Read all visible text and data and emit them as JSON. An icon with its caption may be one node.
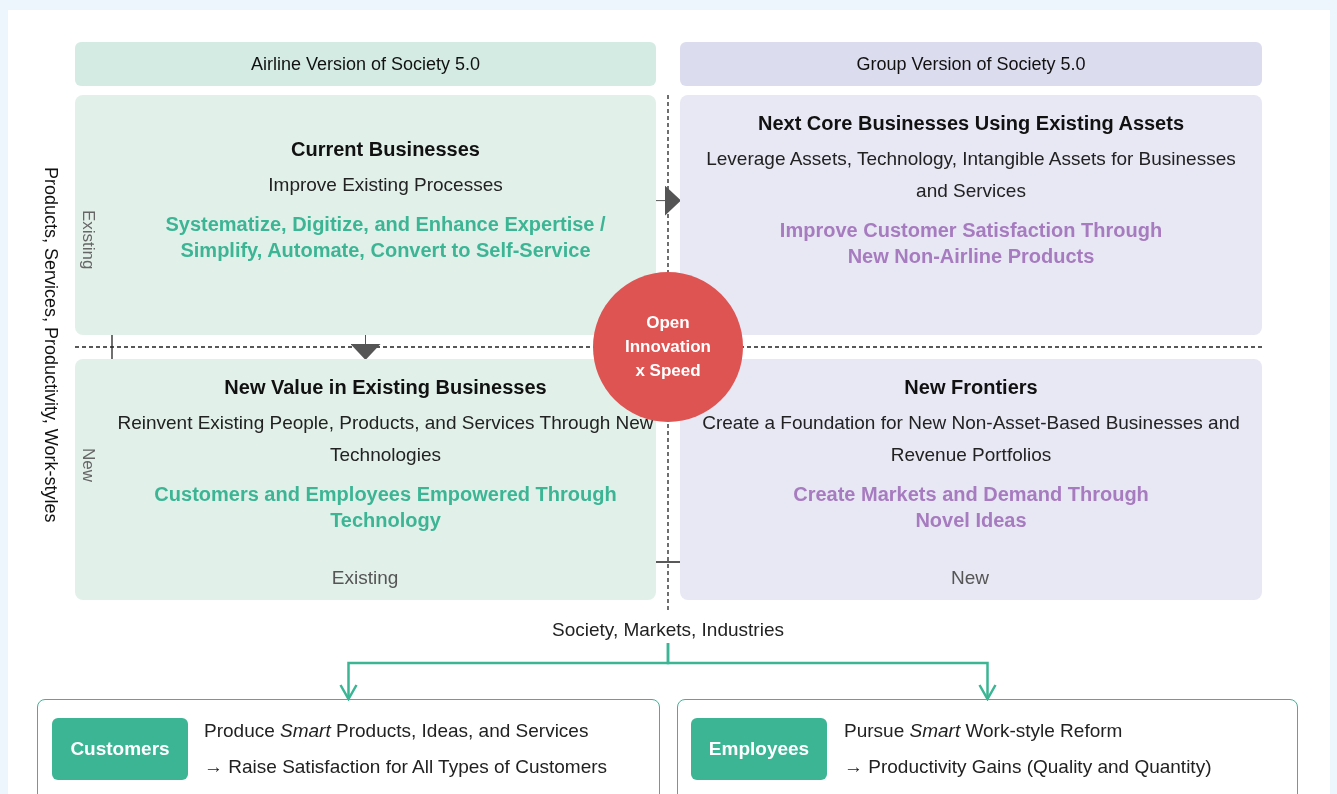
{
  "diagram": {
    "nodes": [
      {
        "text": [
          "Airline Version of Society 5.0"
        ]
      },
      {
        "text": [
          "Group Version of Society 5.0"
        ]
      },
      {
        "text": [
          "Current Businesses",
          "Improve Existing Processes",
          "Systematize, Digitize, and Enhance Expertise / Simplify, Automate, Convert to Self-Service"
        ]
      },
      {
        "text": [
          "Next Core Businesses Using Existing Assets",
          "Leverage Assets, Technology, Intangible Assets for Businesses and Services",
          "Improve Customer Satisfaction Through New Non-Airline Products"
        ]
      },
      {
        "text": [
          "New Value in Existing Businesses",
          "Reinvent Existing People, Products, and Services Through New Technologies",
          "Customers and Employees Empowered Through Technology"
        ]
      },
      {
        "text": [
          "New Frontiers",
          "Create a Foundation for New Non-Asset-Based Businesses and Revenue Portfolios",
          "Create Markets and Demand Through Novel Ideas"
        ]
      },
      {
        "text": [
          "Open Innovation x Speed"
        ]
      },
      {
        "text": [
          "Society, Markets, Industries"
        ]
      },
      {
        "text": [
          "Produce *Smart* Products, Ideas, and Services",
          "→ Raise Satisfaction for All Types of Customers"
        ]
      },
      {
        "text": [
          "Customers"
        ],
        "in": 8
      },
      {
        "text": [
          "Pursue *Smart* Work-style Reform",
          "→ Productivity Gains (Quality and Quantity)"
        ]
      },
      {
        "text": [
          "Employees"
        ],
        "in": 10
      }
    ],
    "edges": [
      {
        "from": 2,
        "to": 3,
        "arrow": "to"
      },
      {
        "from": 2,
        "to": 4,
        "arrow": "to"
      },
      {
        "from": 7,
        "to": 8,
        "arrow": "to",
        "color": "#3cb595"
      },
      {
        "from": 7,
        "to": 10,
        "arrow": "to",
        "color": "#3cb595"
      }
    ],
    "labels": [
      "Products, Services, Productivity, Work-styles",
      "Existing",
      "New",
      "Existing",
      "New"
    ]
  }
}
